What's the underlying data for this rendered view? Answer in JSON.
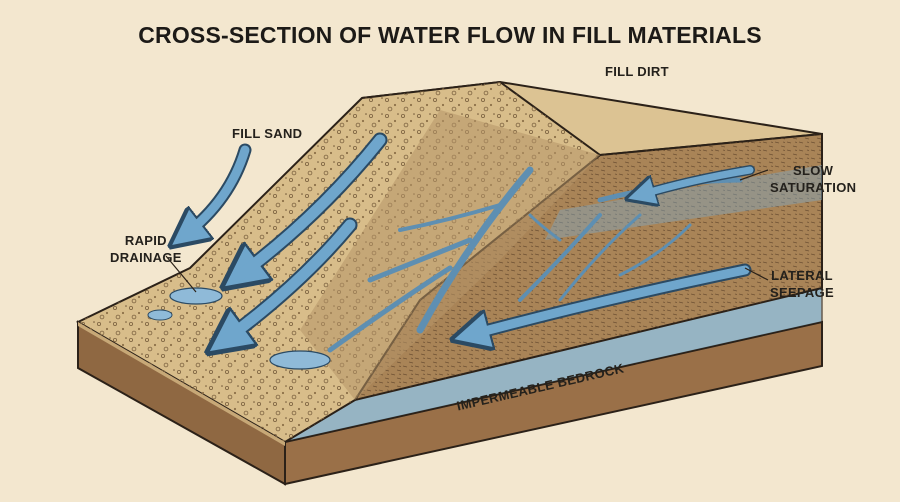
{
  "title": "CROSS-SECTION OF WATER FLOW IN FILL MATERIALS",
  "labels": {
    "fill_dirt": "FILL DIRT",
    "fill_sand": "FILL SAND",
    "rapid_drainage": [
      "RAPID",
      "DRAINAGE"
    ],
    "slow_saturation": [
      "SLOW",
      "SATURATION"
    ],
    "lateral_seepage": [
      "LATERAL",
      "SEEPAGE"
    ],
    "bedrock": "IMPERMEABLE BEDROCK"
  },
  "colors": {
    "background": "#f3e7cf",
    "sand": "#d8bd8a",
    "dirt": "#a98457",
    "bedrock": "#9a7048",
    "water": "#6fa6cc",
    "outline": "#2b2118"
  }
}
